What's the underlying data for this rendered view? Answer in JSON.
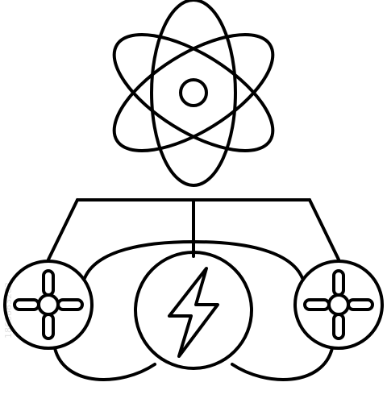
{
  "icon": {
    "subject": "atomic-energy-distribution",
    "stroke_color": "#000000",
    "background_color": "#ffffff",
    "parts": [
      "atom-icon",
      "distribution-lines",
      "fan-left-icon",
      "lightning-bolt-icon",
      "fan-right-icon"
    ]
  },
  "watermark": {
    "stock_id": "1866883283"
  }
}
